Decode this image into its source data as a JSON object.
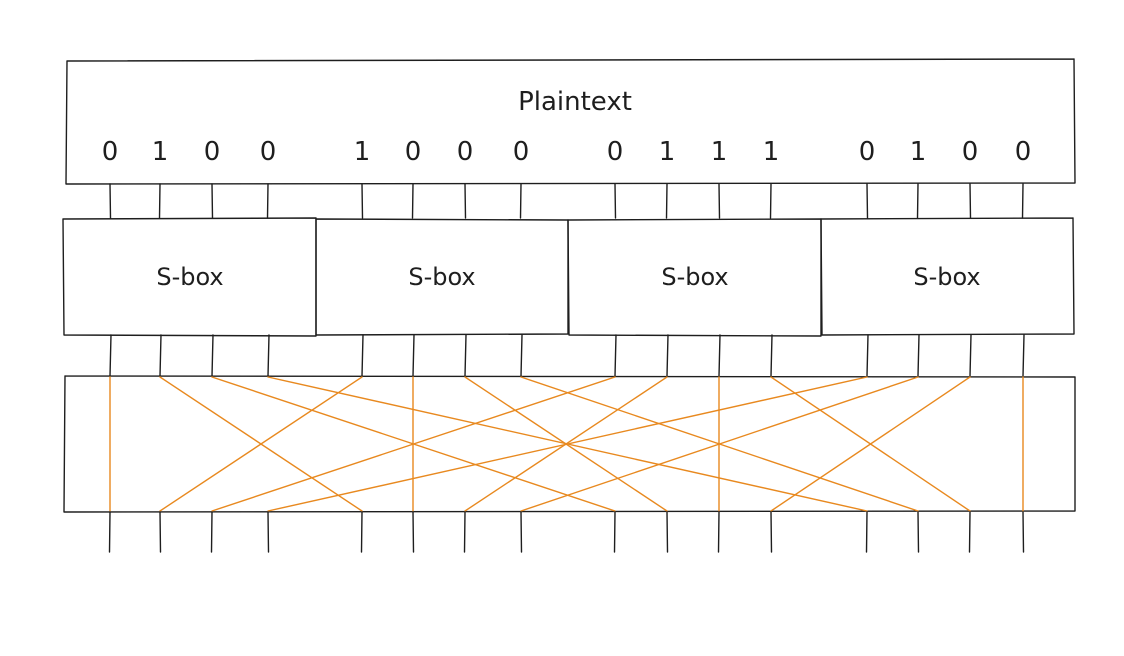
{
  "plaintext_box": {
    "title": "Plaintext",
    "bits": [
      "0",
      "1",
      "0",
      "0",
      "1",
      "0",
      "0",
      "0",
      "0",
      "1",
      "1",
      "1",
      "0",
      "1",
      "0",
      "0"
    ]
  },
  "sboxes": [
    {
      "label": "S-box"
    },
    {
      "label": "S-box"
    },
    {
      "label": "S-box"
    },
    {
      "label": "S-box"
    }
  ],
  "permutation": [
    0,
    4,
    8,
    12,
    1,
    5,
    9,
    13,
    2,
    6,
    10,
    14,
    3,
    7,
    11,
    15
  ],
  "colors": {
    "stroke": "#1e1e1e",
    "permutation_lines": "#e8891f",
    "background": "#ffffff"
  }
}
